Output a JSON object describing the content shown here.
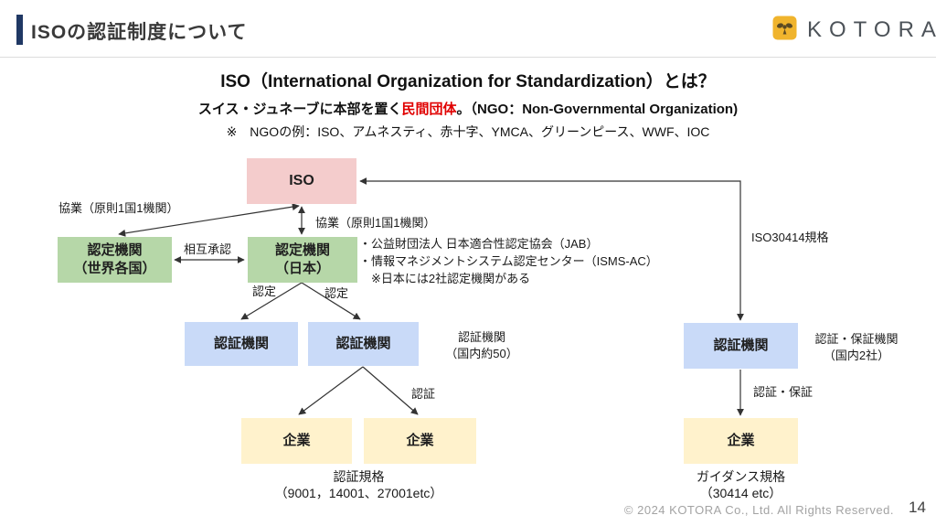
{
  "header": {
    "title": "ISOの認証制度について",
    "logo_text": "KOTORA",
    "logo_icon": "kotora-bird-icon"
  },
  "intro": {
    "line1": "ISO（International Organization for Standardization）とは？",
    "line2_pre": "スイス・ジュネーブに本部を置く",
    "line2_red": "民間団体",
    "line2_post": "。（NGO：Non-Governmental Organization)",
    "line3": "※　NGOの例：ISO、アムネスティ、赤十字、YMCA、グリーンピース、WWF、IOC"
  },
  "diagram": {
    "iso_box": "ISO",
    "kyogyo_left": "協業（原則1国1機関）",
    "kyogyo_center": "協業（原則1国1機関）",
    "accreditation_world_line1": "認定機関",
    "accreditation_world_line2": "（世界各国）",
    "accreditation_japan_line1": "認定機関",
    "accreditation_japan_line2": "（日本）",
    "mutual_recognition": "相互承認",
    "jab_note_line1": "・公益財団法人 日本適合性認定協会（JAB）",
    "jab_note_line2": "・情報マネジメントシステム認定センター（ISMS-AC）",
    "jab_note_line3": "　※日本には2社認定機関がある",
    "iso30414_label": "ISO30414規格",
    "nintei_left": "認定",
    "nintei_right": "認定",
    "cert_body_1": "認証機関",
    "cert_body_2": "認証機関",
    "cert_body_note_line1": "認証機関",
    "cert_body_note_line2": "（国内約50）",
    "cert_body_right": "認証機関",
    "cert_body_right_note_line1": "認証・保証機関",
    "cert_body_right_note_line2": "（国内2社）",
    "ninsho_label": "認証",
    "ninsho_hosho_label": "認証・保証",
    "company_1": "企業",
    "company_2": "企業",
    "company_right": "企業",
    "cert_standard_line1": "認証規格",
    "cert_standard_line2": "（9001，14001、27001etc）",
    "guidance_standard_line1": "ガイダンス規格",
    "guidance_standard_line2": "（30414 etc）"
  },
  "footer": {
    "copyright": "© 2024 KOTORA Co., Ltd. All Rights Reserved.",
    "page_number": "14"
  },
  "colors": {
    "accent_bar": "#203864",
    "iso_box": "#f4cccc",
    "accreditation_box": "#b6d7a8",
    "certification_box": "#c9daf8",
    "company_box": "#fff2cc",
    "red_text": "#e00000",
    "logo_yellow": "#f0b42d",
    "arrow": "#333333"
  }
}
